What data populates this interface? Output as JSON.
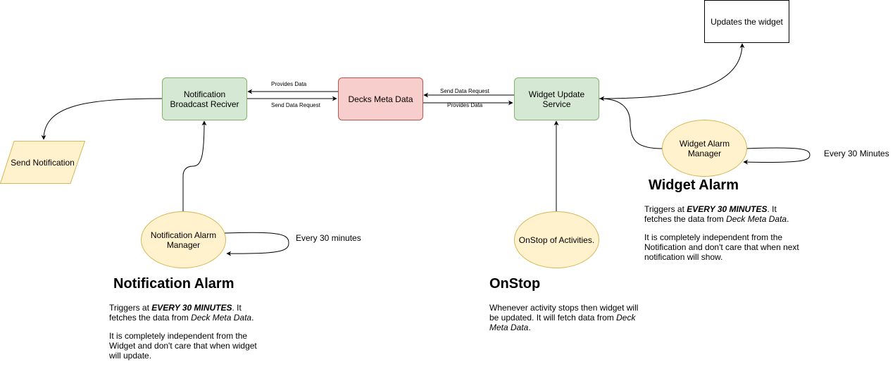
{
  "nodes": {
    "notif_receiver": "Notification Broadcast Reciver",
    "decks_meta": "Decks Meta Data",
    "widget_service": "Widget Update Service",
    "updates_widget": "Updates the widget",
    "send_notification": "Send Notification",
    "widget_alarm_manager": "Widget Alarm Manager",
    "notif_alarm_manager": "Notification Alarm Manager",
    "onstop_activities": "OnStop of Activities."
  },
  "edge_labels": {
    "provides_data_left": "Provides Data",
    "send_request_left": "Send Data Request",
    "send_request_right": "Send Data Request",
    "provides_data_right": "Provides Data",
    "every_30_minutes_widget": "Every 30 Minutes",
    "every_30_minutes_notif": "Every 30 minutes"
  },
  "sections": {
    "widget_alarm": {
      "title": "Widget Alarm",
      "p1_before": "Triggers at ",
      "p1_em": "EVERY  30 MINUTES",
      "p1_mid": ". It fetches the data from ",
      "p1_ref": "Deck Meta Data",
      "p1_after": ".",
      "p2": "It is completely independent from the Notification and don't care that when next notification will show."
    },
    "notification_alarm": {
      "title": "Notification Alarm",
      "p1_before": "Triggers at ",
      "p1_em": "EVERY  30 MINUTES",
      "p1_mid": ". It fetches the data from ",
      "p1_ref": "Deck Meta Data",
      "p1_after": ".",
      "p2": "It is completely independent from the Widget and don't care that when widget will update."
    },
    "onstop": {
      "title": "OnStop",
      "p1_before": "Whenever activity stops then widget will be updated. It will fetch data from ",
      "p1_ref": "Deck Meta Data",
      "p1_after": "."
    }
  },
  "colors": {
    "green_fill": "#d5e8d4",
    "green_stroke": "#82b366",
    "red_fill": "#f8cecc",
    "red_stroke": "#b85450",
    "yellow_fill": "#fff2cc",
    "yellow_stroke": "#d6b656"
  }
}
